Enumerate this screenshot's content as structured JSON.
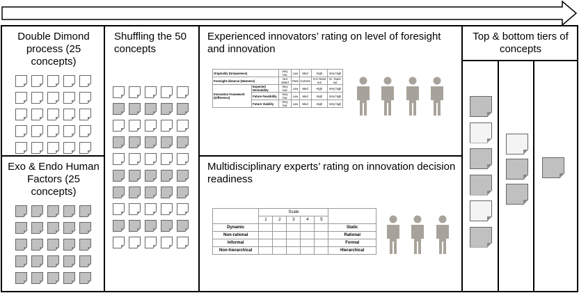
{
  "panels": {
    "p1_title": "Double Dimond process (25 concepts)",
    "p2_title": "Exo & Endo Human Factors (25 concepts)",
    "p3_title": "Shuffling the 50 concepts",
    "p4_title": "Experienced innovators’ rating on level of foresight and innovation",
    "p5_title": "Multidisciplinary experts’ rating on innovation decision readiness",
    "p6_title": "Top & bottom tiers of concepts"
  },
  "table1": {
    "rows": [
      {
        "label": "Originality (Uniqueness)",
        "sub": "",
        "cells": [
          "Very low",
          "Low",
          "Med",
          "High",
          "Very high"
        ]
      },
      {
        "label": "Foresight distance (Newness)",
        "sub": "",
        "cells": [
          "Out dated",
          "Past",
          "Current",
          "3~5 Years out",
          "5+ Years out"
        ]
      },
      {
        "label": "Innovation Framework (Difference)",
        "sub": "Expected Desirability",
        "cells": [
          "Very low",
          "Low",
          "Med",
          "High",
          "Very high"
        ]
      },
      {
        "label": "",
        "sub": "Future Feasibility",
        "cells": [
          "Very low",
          "Low",
          "Med",
          "High",
          "Very high"
        ]
      },
      {
        "label": "",
        "sub": "Future Viability",
        "cells": [
          "Very low",
          "Low",
          "Med",
          "High",
          "Very high"
        ]
      }
    ]
  },
  "table2": {
    "scale_label": "Scale",
    "scale": [
      "1",
      "2",
      "3",
      "4",
      "5"
    ],
    "rows": [
      {
        "left": "Dynamic",
        "right": "Static"
      },
      {
        "left": "Non-rational",
        "right": "Rational"
      },
      {
        "left": "Informal",
        "right": "Formal"
      },
      {
        "left": "Non-hierarchical",
        "right": "Hierarchical"
      }
    ]
  },
  "grids": {
    "p1": [
      0,
      0,
      0,
      0,
      0,
      0,
      0,
      0,
      0,
      0,
      0,
      0,
      0,
      0,
      0,
      0,
      0,
      0,
      0,
      0,
      0,
      0,
      0,
      0,
      0
    ],
    "p2": [
      1,
      1,
      1,
      1,
      1,
      1,
      1,
      1,
      1,
      1,
      1,
      1,
      1,
      1,
      1,
      1,
      1,
      1,
      1,
      1,
      1,
      1,
      1,
      1,
      1
    ],
    "p3": [
      0,
      0,
      0,
      0,
      0,
      1,
      1,
      1,
      1,
      1,
      0,
      0,
      0,
      0,
      0,
      1,
      1,
      1,
      1,
      1,
      0,
      0,
      0,
      0,
      0,
      1,
      1,
      1,
      1,
      1,
      1,
      1,
      1,
      1,
      1,
      0,
      0,
      0,
      0,
      0,
      1,
      1,
      1,
      1,
      1,
      0,
      0,
      0,
      0,
      0
    ]
  },
  "tiers": {
    "col1": [
      1,
      0,
      1,
      1,
      0,
      1
    ],
    "col2": [
      0,
      1,
      1
    ],
    "col3": [
      1
    ]
  },
  "colors": {
    "figure": "#a8a39a",
    "dark_card": "#c0c0c0",
    "border": "#000000"
  }
}
